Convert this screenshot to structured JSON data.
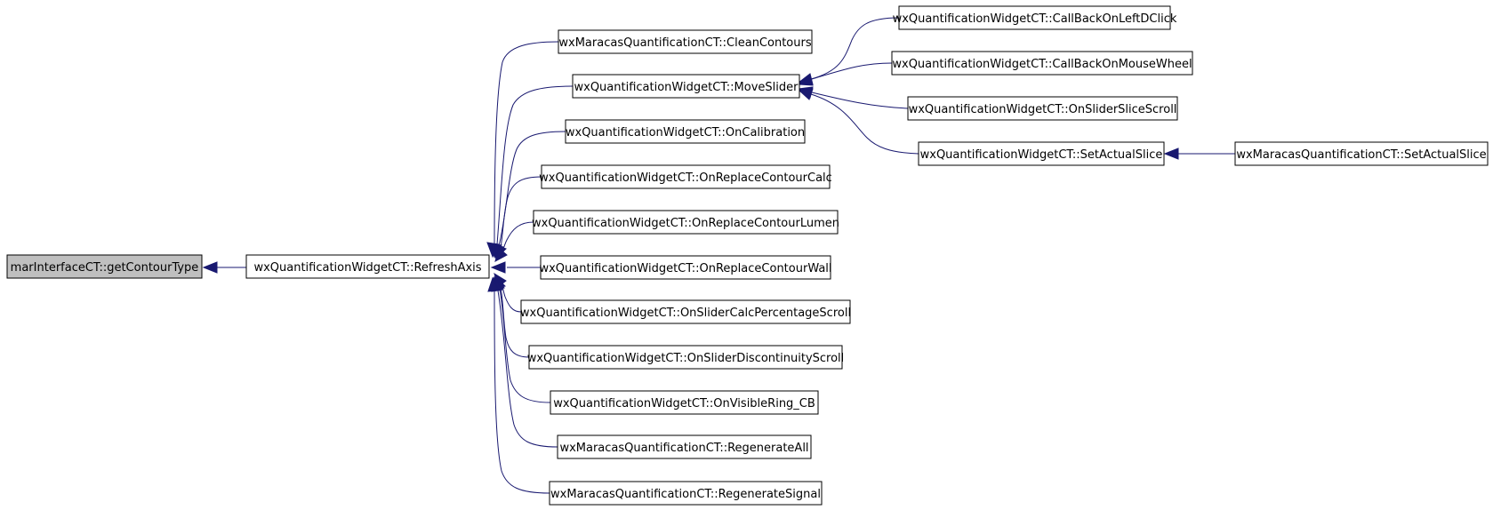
{
  "graph": {
    "colors": {
      "edge": "#191970",
      "node_border": "#000000",
      "node_fill": "#ffffff",
      "root_fill": "#bfbfbf"
    },
    "nodes": {
      "root": "marInterfaceCT::getContourType",
      "refresh_axis": "wxQuantificationWidgetCT::RefreshAxis",
      "clean_contours": "wxMaracasQuantificationCT::CleanContours",
      "move_slider": "wxQuantificationWidgetCT::MoveSlider",
      "on_calibration": "wxQuantificationWidgetCT::OnCalibration",
      "on_replace_contour_calc": "wxQuantificationWidgetCT::OnReplaceContourCalc",
      "on_replace_contour_lumen": "wxQuantificationWidgetCT::OnReplaceContourLumen",
      "on_replace_contour_wall": "wxQuantificationWidgetCT::OnReplaceContourWall",
      "on_slider_calc_percentage_scroll": "wxQuantificationWidgetCT::OnSliderCalcPercentageScroll",
      "on_slider_discontinuity_scroll": "wxQuantificationWidgetCT::OnSliderDiscontinuityScroll",
      "on_visible_ring_cb": "wxQuantificationWidgetCT::OnVisibleRing_CB",
      "regenerate_all": "wxMaracasQuantificationCT::RegenerateAll",
      "regenerate_signal": "wxMaracasQuantificationCT::RegenerateSignal",
      "callback_on_left_dclick": "wxQuantificationWidgetCT::CallBackOnLeftDClick",
      "callback_on_mouse_wheel": "wxQuantificationWidgetCT::CallBackOnMouseWheel",
      "on_slider_slice_scroll": "wxQuantificationWidgetCT::OnSliderSliceScroll",
      "set_actual_slice_widget": "wxQuantificationWidgetCT::SetActualSlice",
      "set_actual_slice_maracas": "wxMaracasQuantificationCT::SetActualSlice"
    },
    "edges": [
      {
        "from": "refresh_axis",
        "to": "root"
      },
      {
        "from": "clean_contours",
        "to": "refresh_axis"
      },
      {
        "from": "move_slider",
        "to": "refresh_axis"
      },
      {
        "from": "on_calibration",
        "to": "refresh_axis"
      },
      {
        "from": "on_replace_contour_calc",
        "to": "refresh_axis"
      },
      {
        "from": "on_replace_contour_lumen",
        "to": "refresh_axis"
      },
      {
        "from": "on_replace_contour_wall",
        "to": "refresh_axis"
      },
      {
        "from": "on_slider_calc_percentage_scroll",
        "to": "refresh_axis"
      },
      {
        "from": "on_slider_discontinuity_scroll",
        "to": "refresh_axis"
      },
      {
        "from": "on_visible_ring_cb",
        "to": "refresh_axis"
      },
      {
        "from": "regenerate_all",
        "to": "refresh_axis"
      },
      {
        "from": "regenerate_signal",
        "to": "refresh_axis"
      },
      {
        "from": "callback_on_left_dclick",
        "to": "move_slider"
      },
      {
        "from": "callback_on_mouse_wheel",
        "to": "move_slider"
      },
      {
        "from": "on_slider_slice_scroll",
        "to": "move_slider"
      },
      {
        "from": "set_actual_slice_widget",
        "to": "move_slider"
      },
      {
        "from": "set_actual_slice_maracas",
        "to": "set_actual_slice_widget"
      }
    ]
  }
}
